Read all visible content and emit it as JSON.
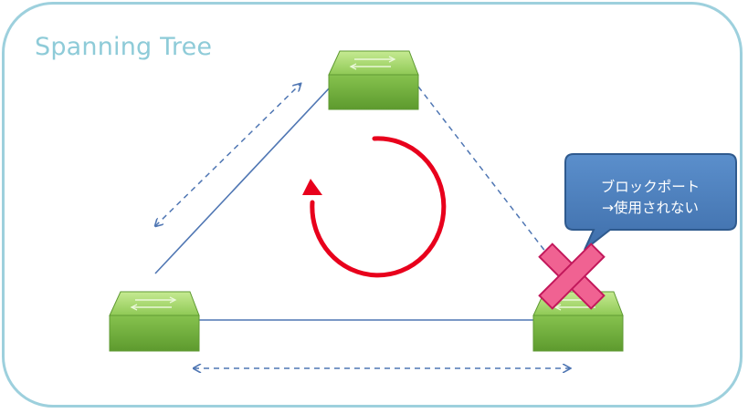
{
  "title": "Spanning Tree",
  "callout": {
    "line1": "ブロックポート",
    "line2": "→使用されない"
  },
  "colors": {
    "frame_border": "#9dd0dd",
    "title": "#8ecbd8",
    "link": "#4f76b3",
    "loop_arrow": "#e8001c",
    "block_mark": "#f06292",
    "callout_fill": "#4a7ebb",
    "switch_top": "#a6d86a",
    "switch_front": "#6fae3c"
  },
  "icons": {
    "switch": "network-switch-icon",
    "block": "x-mark-icon",
    "loop": "circular-arrow-icon"
  }
}
